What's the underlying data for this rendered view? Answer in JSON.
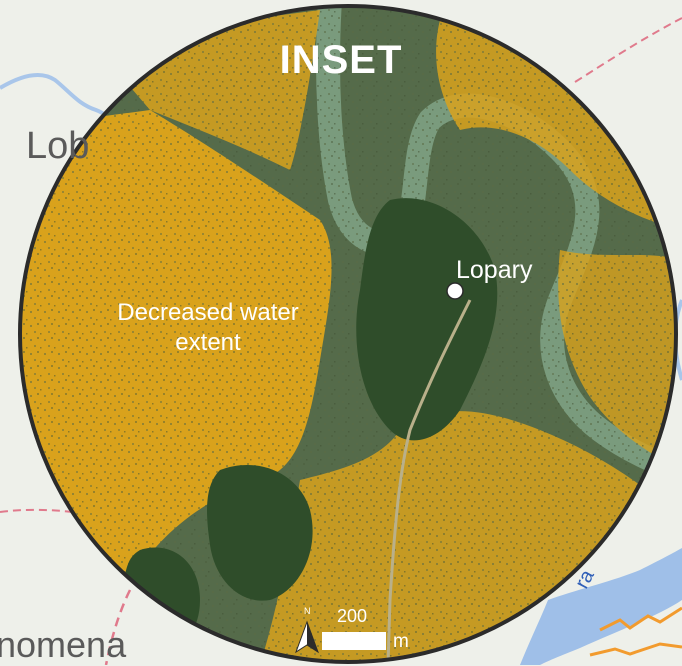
{
  "inset": {
    "title": "INSET",
    "settlement": "Lopary",
    "area_label": "Decreased water extent"
  },
  "basemap_labels": {
    "place_top_left": "Lob",
    "place_bottom_left": "nomena",
    "river": "ra"
  },
  "scale": {
    "north": "N",
    "value": "200",
    "unit": "m"
  },
  "legend_colors": {
    "decreased_water_extent": "#d9a21c",
    "river_water": "#7a9b7d",
    "vegetation": "#2f4d2a",
    "basemap_river": "#9fbfe8",
    "basemap_admin_boundary": "#e07a8c"
  }
}
